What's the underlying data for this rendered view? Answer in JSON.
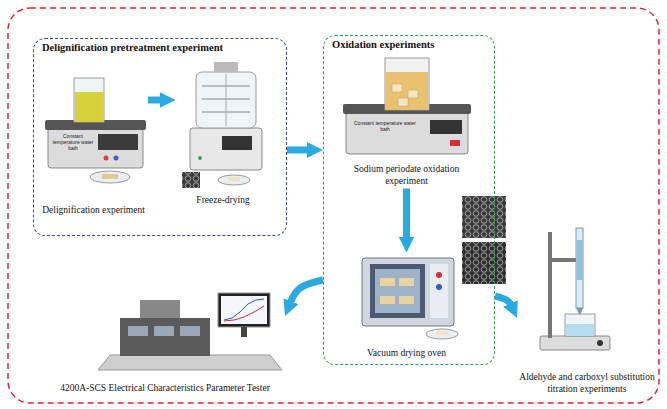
{
  "diagram": {
    "nodes": [
      {
        "text": [
          "Delignification pretreatment experiment"
        ]
      },
      {
        "text": [
          "Delignification experiment"
        ],
        "in": 0
      },
      {
        "text": [
          "Freeze-drying"
        ],
        "in": 0
      },
      {
        "text": [
          "Oxidation experiments"
        ]
      },
      {
        "text": [
          "Sodium periodate oxidation experiment"
        ],
        "in": 3
      },
      {
        "text": [
          "Vacuum drying oven"
        ],
        "in": 3
      },
      {
        "text": [
          "4200A-SCS Electrical Characteristics Parameter Tester"
        ]
      },
      {
        "text": [
          "Aldehyde and carboxyl substitution titration experiments"
        ]
      }
    ],
    "edges": [
      {
        "from": 1,
        "to": 2,
        "arrow": "to"
      },
      {
        "from": 0,
        "to": 3,
        "arrow": "to"
      },
      {
        "from": 4,
        "to": 5,
        "arrow": "to"
      },
      {
        "from": 3,
        "to": 6,
        "arrow": "to"
      },
      {
        "from": 3,
        "to": 7,
        "arrow": "to"
      }
    ],
    "labels": [
      "Constant temperature water bath",
      "Constant temperature water bath"
    ]
  }
}
